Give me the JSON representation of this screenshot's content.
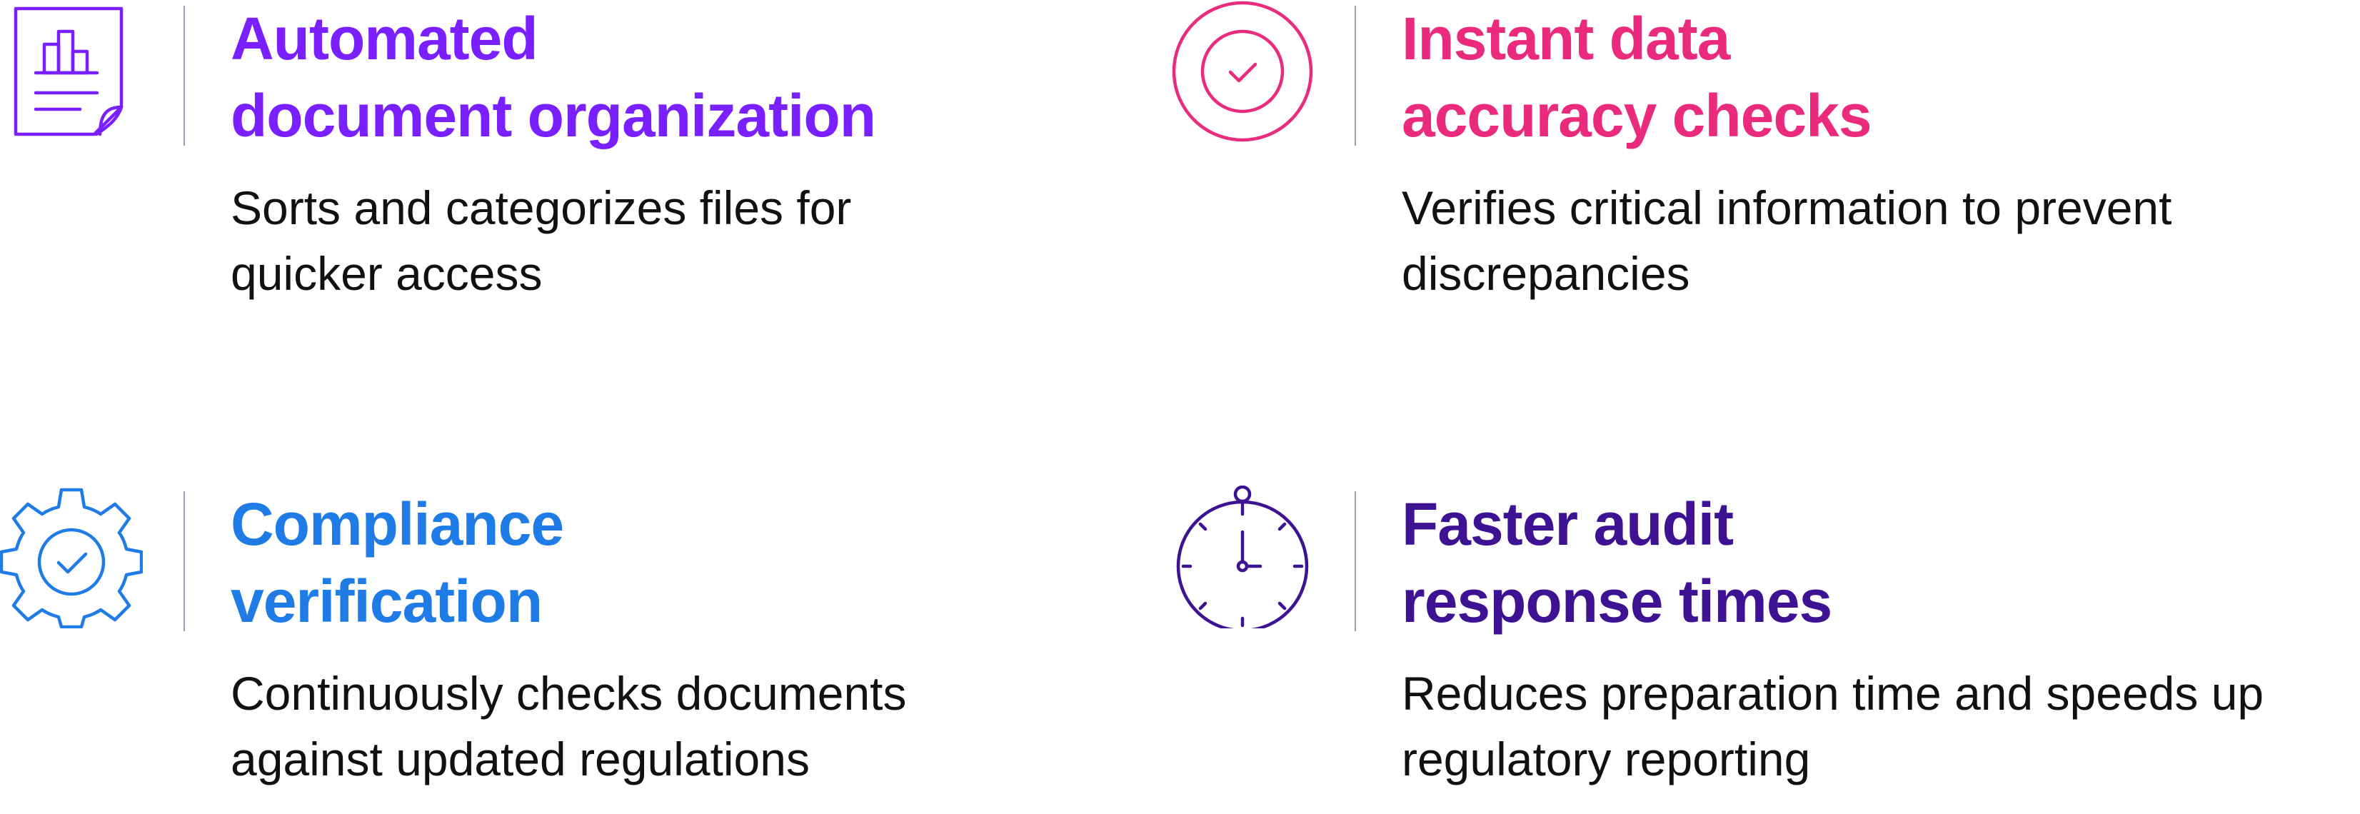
{
  "colors": {
    "purple": "#7a1fff",
    "pink": "#ea2b7d",
    "blue": "#1f7be6",
    "indigo": "#3e1393",
    "divider": "#9aa3b3",
    "text": "#111111"
  },
  "features": [
    {
      "icon": "document-chart-icon",
      "title_line1": "Automated",
      "title_line2": "document organization",
      "desc_line1": "Sorts and categorizes files for",
      "desc_line2": "quicker access"
    },
    {
      "icon": "circle-check-icon",
      "title_line1": "Instant data",
      "title_line2": "accuracy checks",
      "desc_line1": "Verifies critical information to prevent",
      "desc_line2": "discrepancies"
    },
    {
      "icon": "gear-check-icon",
      "title_line1": "Compliance",
      "title_line2": "verification",
      "desc_line1": "Continuously checks documents",
      "desc_line2": "against updated regulations"
    },
    {
      "icon": "stopwatch-icon",
      "title_line1": "Faster audit",
      "title_line2": "response times",
      "desc_line1": "Reduces preparation time and speeds up",
      "desc_line2": "regulatory reporting"
    }
  ]
}
